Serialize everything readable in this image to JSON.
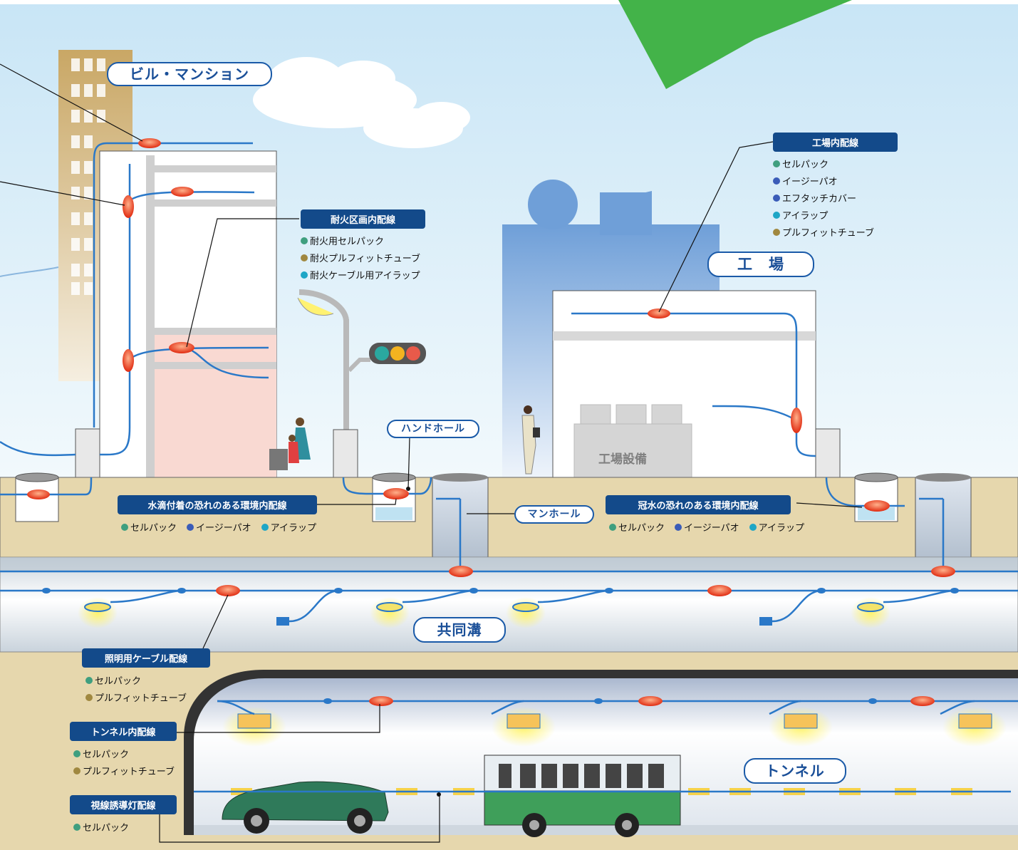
{
  "places": {
    "building": "ビル・マンション",
    "factory": "工　場",
    "factory_equipment": "工場設備",
    "handhole": "ハンドホール",
    "manhole": "マンホール",
    "common_duct": "共同溝",
    "tunnel": "トンネル"
  },
  "groups": {
    "fireproof": {
      "title": "耐火区画内配線",
      "items": [
        {
          "label": "耐火用セルパック",
          "color": "#3f9f7f"
        },
        {
          "label": "耐火プルフィットチューブ",
          "color": "#a08840"
        },
        {
          "label": "耐火ケーブル用アイラップ",
          "color": "#1ea6c6"
        }
      ]
    },
    "factory_wiring": {
      "title": "工場内配線",
      "items": [
        {
          "label": "セルパック",
          "color": "#3f9f7f"
        },
        {
          "label": "イージーパオ",
          "color": "#3a5cb8"
        },
        {
          "label": "エフタッチカバー",
          "color": "#3a5cb8"
        },
        {
          "label": "アイラップ",
          "color": "#1ea6c6"
        },
        {
          "label": "プルフィットチューブ",
          "color": "#a08840"
        }
      ]
    },
    "dripping": {
      "title": "水滴付着の恐れのある環境内配線",
      "items": [
        {
          "label": "セルパック",
          "color": "#3f9f7f"
        },
        {
          "label": "イージーパオ",
          "color": "#3a5cb8"
        },
        {
          "label": "アイラップ",
          "color": "#1ea6c6"
        }
      ]
    },
    "flooding": {
      "title": "冠水の恐れのある環境内配線",
      "items": [
        {
          "label": "セルパック",
          "color": "#3f9f7f"
        },
        {
          "label": "イージーパオ",
          "color": "#3a5cb8"
        },
        {
          "label": "アイラップ",
          "color": "#1ea6c6"
        }
      ]
    },
    "lighting": {
      "title": "照明用ケーブル配線",
      "items": [
        {
          "label": "セルパック",
          "color": "#3f9f7f"
        },
        {
          "label": "プルフィットチューブ",
          "color": "#a08840"
        }
      ]
    },
    "tunnel_wiring": {
      "title": "トンネル内配線",
      "items": [
        {
          "label": "セルパック",
          "color": "#3f9f7f"
        },
        {
          "label": "プルフィットチューブ",
          "color": "#a08840"
        }
      ]
    },
    "guide_light": {
      "title": "視線誘導灯配線",
      "items": [
        {
          "label": "セルパック",
          "color": "#3f9f7f"
        }
      ]
    }
  },
  "colors": {
    "sky": "#cfe8f6",
    "ground": "#e6d7ad",
    "cable": "#2a78c8",
    "node": "#e83a1a",
    "label_dark": "#134a8a"
  }
}
